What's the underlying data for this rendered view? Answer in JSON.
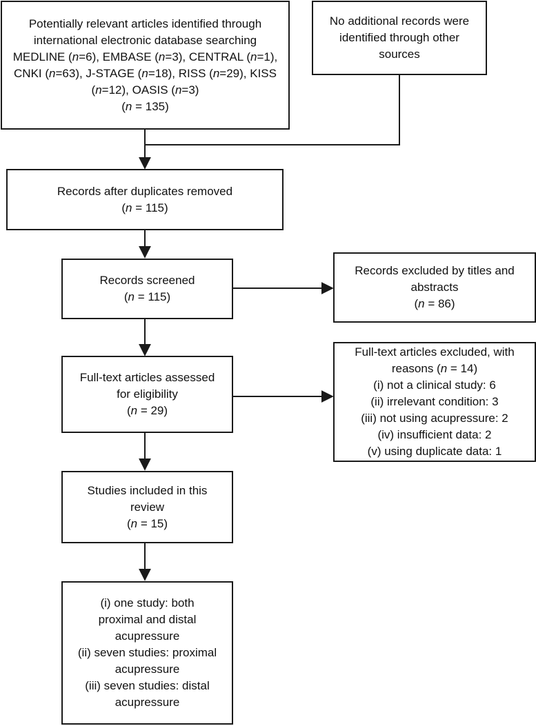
{
  "colors": {
    "stroke": "#1a1a1a",
    "text": "#111111",
    "background": "#ffffff"
  },
  "boxes": {
    "identified": {
      "lines": [
        "Potentially relevant articles identified through",
        "international electronic database searching",
        "MEDLINE (n=6), EMBASE (n=3), CENTRAL (n=1),",
        "CNKI (n=63), J-STAGE (n=18), RISS (n=29), KISS",
        "(n=12), OASIS (n=3)",
        "(n = 135)"
      ]
    },
    "other_sources": {
      "lines": [
        "No additional records were",
        "identified through other",
        "sources"
      ]
    },
    "duplicates_removed": {
      "lines": [
        "Records after duplicates removed",
        "(n = 115)"
      ]
    },
    "screened": {
      "lines": [
        "Records screened",
        "(n = 115)"
      ]
    },
    "excluded_titles": {
      "lines": [
        "Records excluded by titles and",
        "abstracts",
        "(n = 86)"
      ]
    },
    "fulltext_assessed": {
      "lines": [
        "Full-text articles assessed",
        "for eligibility",
        "(n = 29)"
      ]
    },
    "fulltext_excluded": {
      "lines": [
        "Full-text articles excluded, with",
        "reasons (n = 14)",
        "(i) not a clinical study: 6",
        "(ii) irrelevant condition: 3",
        "(iii) not using acupressure: 2",
        "(iv) insufficient data: 2",
        "(v) using duplicate data: 1"
      ]
    },
    "included": {
      "lines": [
        "Studies included in this",
        "review",
        "(n = 15)"
      ]
    },
    "breakdown": {
      "lines": [
        "(i) one study: both",
        "proximal and distal",
        "acupressure",
        "(ii) seven studies: proximal",
        "acupressure",
        "(iii) seven studies: distal",
        "acupressure"
      ]
    }
  }
}
